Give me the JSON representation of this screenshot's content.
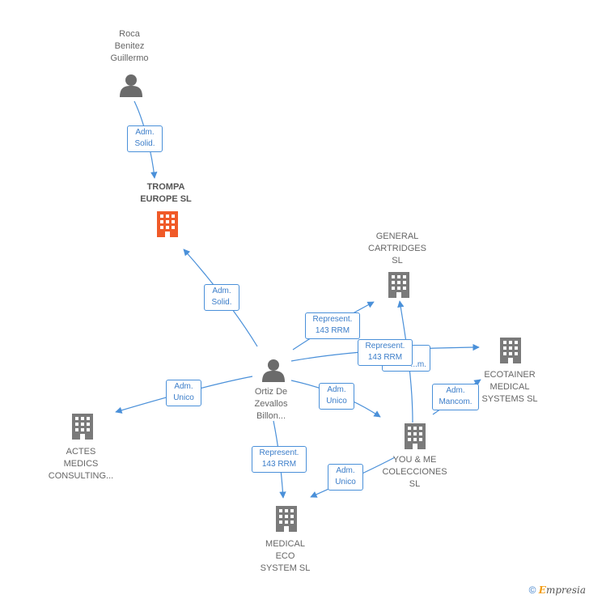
{
  "nodes": {
    "roca": {
      "label": "Roca\nBenitez\nGuillermo",
      "type": "person"
    },
    "trompa": {
      "label": "TROMPA\nEUROPE SL",
      "type": "company-highlight"
    },
    "general": {
      "label": "GENERAL\nCARTRIDGES\nSL",
      "type": "company"
    },
    "ortiz": {
      "label": "Ortiz De\nZevallos\nBillon...",
      "type": "person"
    },
    "ecotainer": {
      "label": "ECOTAINER\nMEDICAL\nSYSTEMS SL",
      "type": "company"
    },
    "actes": {
      "label": "ACTES\nMEDICS\nCONSULTING...",
      "type": "company"
    },
    "youme": {
      "label": "YOU & ME\nCOLECCIONES\nSL",
      "type": "company"
    },
    "medical": {
      "label": "MEDICAL\nECO\nSYSTEM SL",
      "type": "company"
    }
  },
  "edges": [
    {
      "id": "roca-trompa",
      "label": "Adm.\nSolid."
    },
    {
      "id": "ortiz-trompa",
      "label": "Adm.\nSolid."
    },
    {
      "id": "ortiz-general",
      "label": "Represent.\n143 RRM"
    },
    {
      "id": "ortiz-ecotainer",
      "label": "Represent.\n143 RRM"
    },
    {
      "id": "ortiz-ecotainer-2",
      "label": "...m."
    },
    {
      "id": "ortiz-actes",
      "label": "Adm.\nUnico"
    },
    {
      "id": "ortiz-youme",
      "label": "Adm.\nUnico"
    },
    {
      "id": "ortiz-medical",
      "label": "Represent.\n143 RRM"
    },
    {
      "id": "youme-ecotainer",
      "label": "Adm.\nMancom."
    },
    {
      "id": "youme-medical",
      "label": "Adm.\nUnico"
    }
  ],
  "colors": {
    "edge": "#4a90d9",
    "building": "#7a7a7a",
    "highlight": "#f05a28",
    "person": "#6b6b6b"
  },
  "footer": {
    "copyright": "©",
    "brand_first": "E",
    "brand_rest": "mpresia"
  }
}
